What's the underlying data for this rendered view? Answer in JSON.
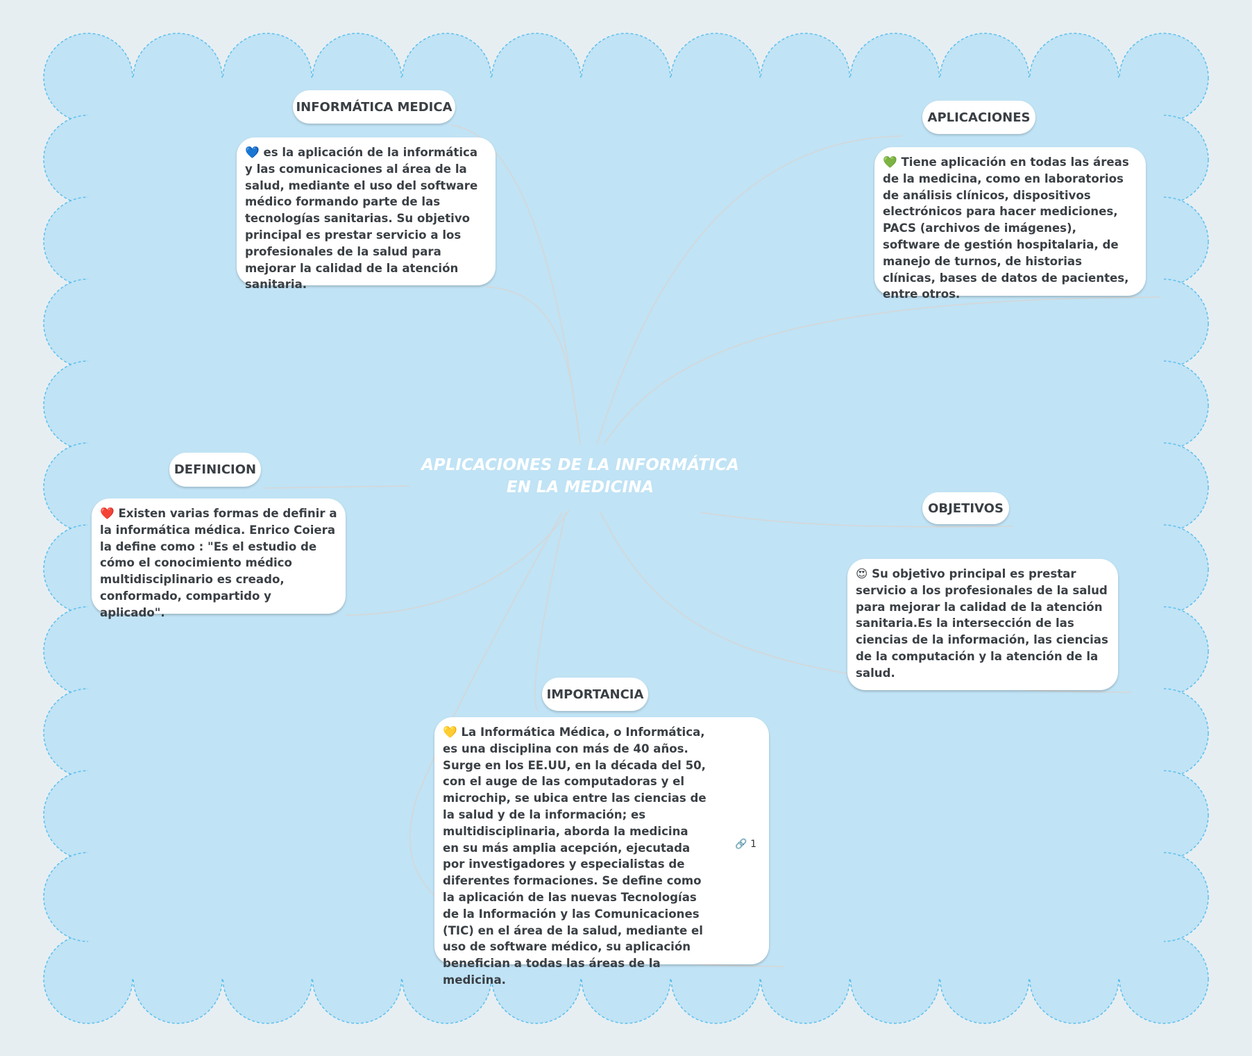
{
  "colors": {
    "canvas": "#e6eef2",
    "cloud_fill": "#c0e3f5",
    "cloud_stroke": "#5cc0ee",
    "line": "#d6d6d6"
  },
  "central_topic": {
    "line1": "APLICACIONES DE LA INFORMÁTICA",
    "line2": "EN LA MEDICINA"
  },
  "topics": {
    "informatica": {
      "label": "INFORMÁTICA MEDICA",
      "icon": "blue-heart",
      "emoji": "💙",
      "text": "es la aplicación de la informática y las comunicaciones al área de la salud, mediante el uso del software médico formando parte de las tecnologías sanitarias. Su objetivo principal es prestar servicio a los profesionales de la salud para mejorar la calidad de la atención sanitaria."
    },
    "aplicaciones": {
      "label": "APLICACIONES",
      "icon": "green-heart",
      "emoji": "💚",
      "text": "Tiene aplicación en todas las áreas de la medicina, como en laboratorios de análisis clínicos, dispositivos electrónicos para hacer mediciones, PACS (archivos de imágenes), software de gestión hospitalaria, de manejo de turnos, de historias clínicas, bases de datos de pacientes, entre otros."
    },
    "definicion": {
      "label": "DEFINICION",
      "icon": "red-heart",
      "emoji": "❤️",
      "text": "Existen varias formas de definir a la informática médica. Enrico Coiera la define como : \"Es el estudio de cómo el conocimiento médico multidisciplinario es creado, conformado, compartido y aplicado\"."
    },
    "objetivos": {
      "label": "OBJETIVOS",
      "icon": "heart-eyes",
      "emoji": "😍",
      "text": "Su objetivo principal es prestar servicio a los profesionales de la salud para mejorar la calidad de la atención sanitaria.Es la intersección de las ciencias de la información, las ciencias de la computación y la atención de la salud."
    },
    "importancia": {
      "label": "IMPORTANCIA",
      "icon": "yellow-heart",
      "emoji": "💛",
      "text": "La Informática Médica, o Informática, es una disciplina con más de 40 años. Surge en los EE.UU, en la década del 50, con el auge de las computadoras y el microchip, se ubica entre las ciencias de la salud y de la información; es multidisciplinaria, aborda la medicina en su más amplia acepción, ejecutada por investigadores y especialistas de diferentes formaciones. Se define como la aplicación de las nuevas Tecnologías de la Información y las Comunicaciones (TIC) en el área de la salud, mediante el uso de software médico, su aplicación benefician a todas las áreas de la medicina.",
      "link_icon": "🔗",
      "link_count": "1"
    }
  }
}
